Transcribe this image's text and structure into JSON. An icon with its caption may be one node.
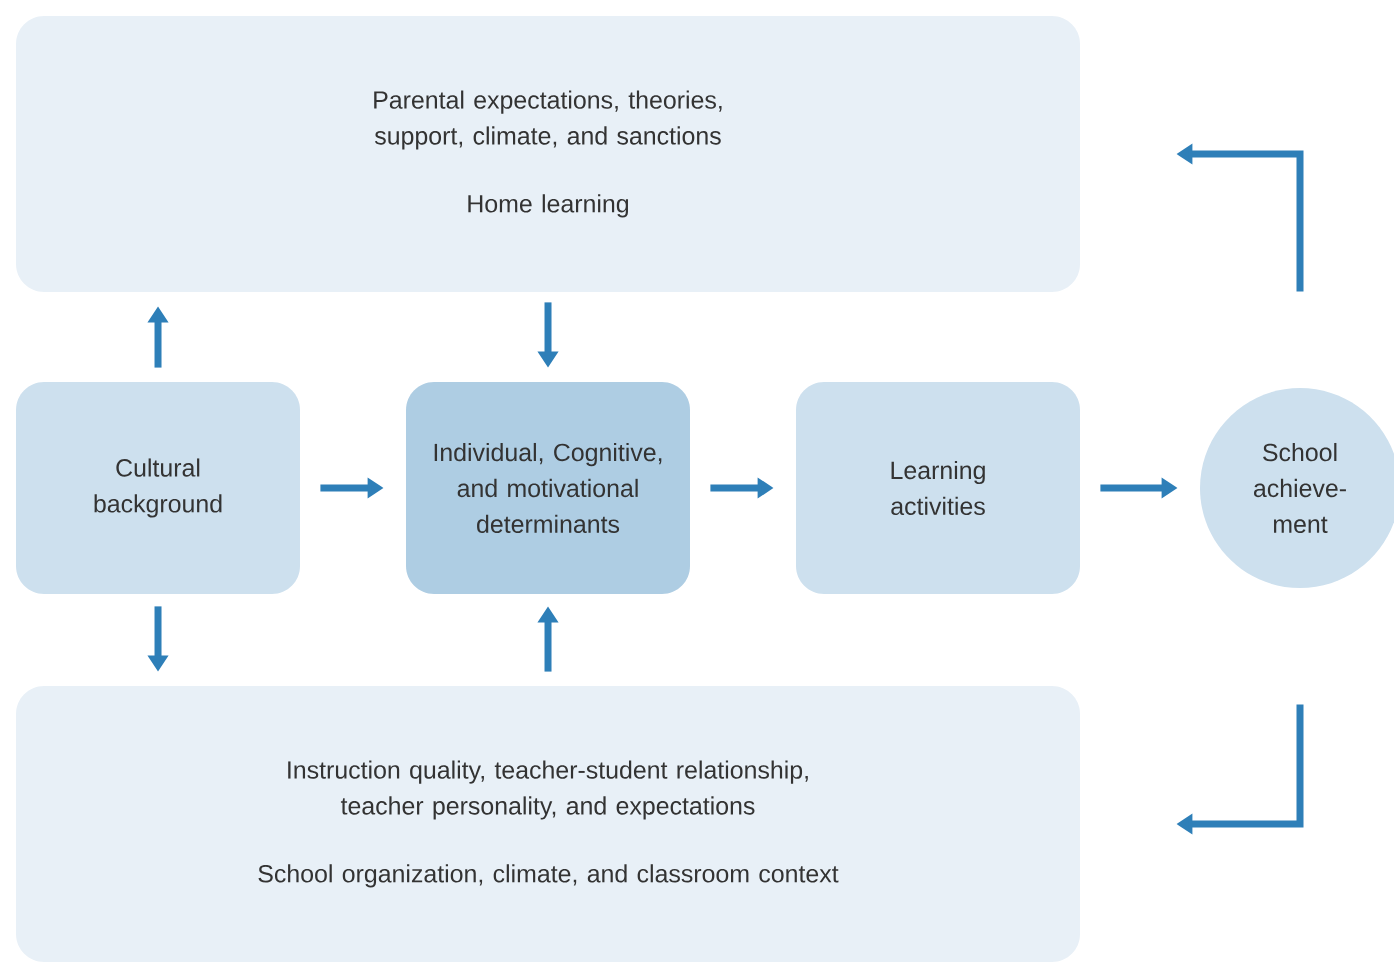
{
  "diagram": {
    "nodes": [
      {
        "text": [
          "Parental expectations, theories, support, climate, and sanctions",
          "Home learning"
        ]
      },
      {
        "text": [
          "Cultural background"
        ]
      },
      {
        "text": [
          "Individual, Cognitive, and motivational determinants"
        ]
      },
      {
        "text": [
          "Learning activities"
        ]
      },
      {
        "text": [
          "School achieve- ment"
        ]
      },
      {
        "text": [
          "Instruction quality, teacher-student relationship, teacher personality, and expectations",
          "School organization, climate, and classroom context"
        ]
      }
    ],
    "edges": [
      {
        "from": 1,
        "to": 0,
        "arrow": "to"
      },
      {
        "from": 0,
        "to": 2,
        "arrow": "to"
      },
      {
        "from": 1,
        "to": 2,
        "arrow": "to"
      },
      {
        "from": 2,
        "to": 3,
        "arrow": "to"
      },
      {
        "from": 3,
        "to": 4,
        "arrow": "to"
      },
      {
        "from": 1,
        "to": 5,
        "arrow": "to"
      },
      {
        "from": 5,
        "to": 2,
        "arrow": "to"
      },
      {
        "from": 4,
        "to": 0,
        "arrow": "to"
      },
      {
        "from": 4,
        "to": 5,
        "arrow": "to"
      }
    ]
  }
}
